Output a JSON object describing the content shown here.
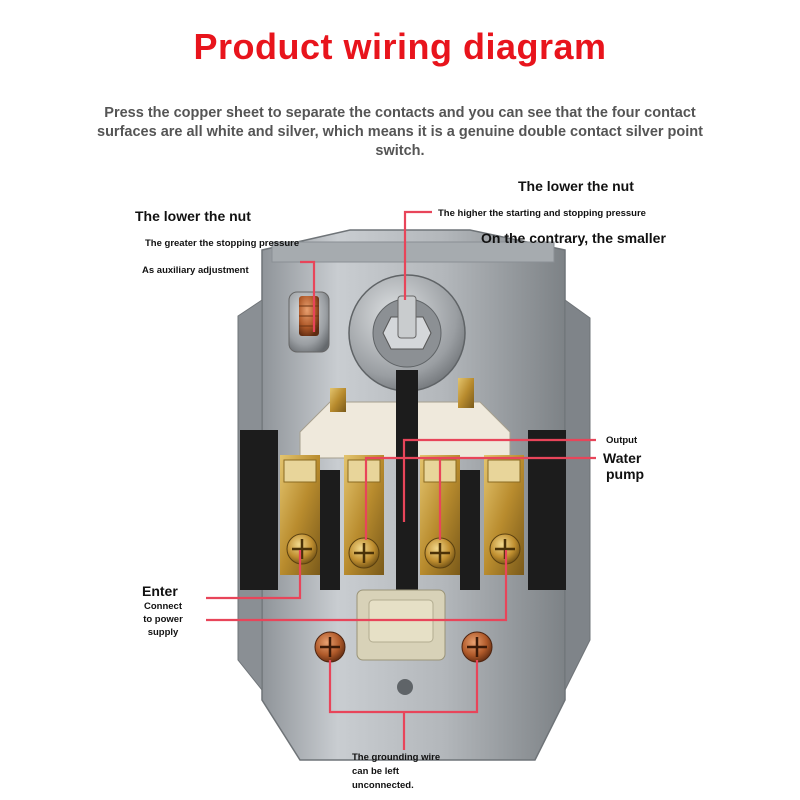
{
  "title": "Product wiring diagram",
  "description": "Press the copper sheet to separate the contacts and you can see that the four contact surfaces are all white and silver, which means it is a genuine double contact silver point switch.",
  "colors": {
    "title": "#e8141c",
    "leader_line": "#e8455a",
    "housing": "#b4b8bc",
    "terminal_block": "#1c1c1c",
    "brass": "#c8a246",
    "ceramic": "#efe9dc"
  },
  "labels": {
    "left_nut_title": "The lower the nut",
    "left_nut_effect": "The greater the stopping pressure",
    "left_nut_role": "As auxiliary adjustment",
    "right_nut_title": "The lower the nut",
    "right_nut_effect": "The higher the starting and stopping pressure",
    "right_nut_contrary": "On the contrary, the smaller",
    "output": "Output",
    "water_pump_line1": "Water",
    "water_pump_line2": "pump",
    "enter": "Enter",
    "power_line1": "Connect",
    "power_line2": "to power",
    "power_line3": "supply",
    "ground_line1": "The grounding wire",
    "ground_line2": "can be left",
    "ground_line3": "unconnected."
  }
}
